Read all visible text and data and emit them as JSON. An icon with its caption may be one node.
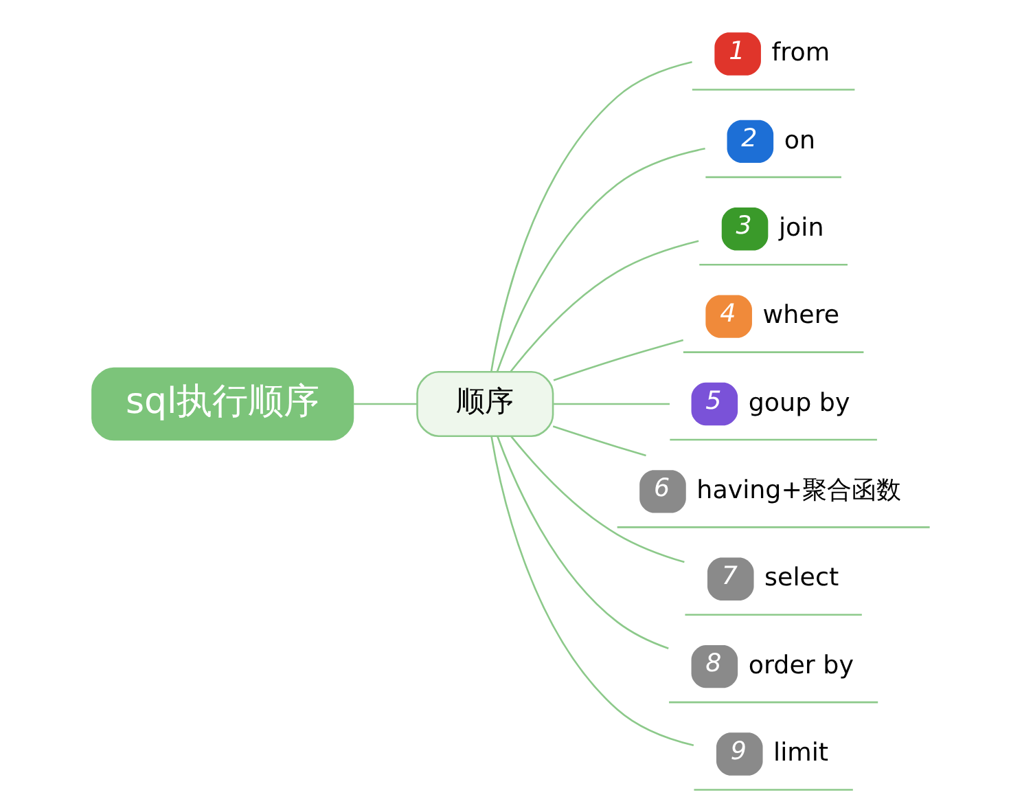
{
  "diagram": {
    "nodes": [
      {
        "text": [
          "sql执行顺序"
        ]
      },
      {
        "text": [
          "顺序"
        ]
      },
      {
        "text": [
          "1",
          "from"
        ]
      },
      {
        "text": [
          "2",
          "on"
        ]
      },
      {
        "text": [
          "3",
          "join"
        ]
      },
      {
        "text": [
          "4",
          "where"
        ]
      },
      {
        "text": [
          "5",
          "goup by"
        ]
      },
      {
        "text": [
          "6",
          "having+聚合函数"
        ]
      },
      {
        "text": [
          "7",
          "select"
        ]
      },
      {
        "text": [
          "8",
          "order by"
        ]
      },
      {
        "text": [
          "9",
          "limit"
        ]
      }
    ],
    "edges": [
      {
        "from": 0,
        "to": 1,
        "arrow": "none"
      },
      {
        "from": 1,
        "to": 2,
        "arrow": "none"
      },
      {
        "from": 1,
        "to": 3,
        "arrow": "none"
      },
      {
        "from": 1,
        "to": 4,
        "arrow": "none"
      },
      {
        "from": 1,
        "to": 5,
        "arrow": "none"
      },
      {
        "from": 1,
        "to": 6,
        "arrow": "none"
      },
      {
        "from": 1,
        "to": 7,
        "arrow": "none"
      },
      {
        "from": 1,
        "to": 8,
        "arrow": "none"
      },
      {
        "from": 1,
        "to": 9,
        "arrow": "none"
      },
      {
        "from": 1,
        "to": 10,
        "arrow": "none"
      }
    ]
  }
}
